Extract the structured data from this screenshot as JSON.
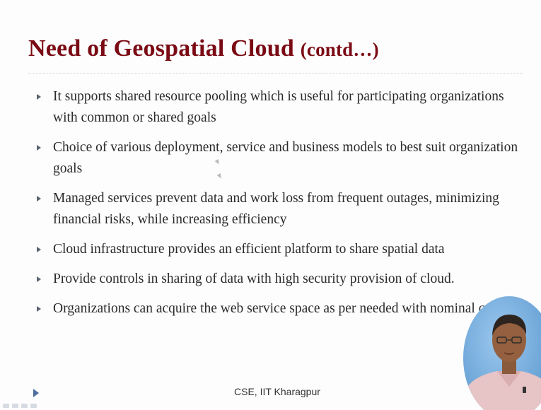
{
  "slide": {
    "title": "Need of Geospatial Cloud",
    "title_suffix": "(contd…)",
    "bullets": [
      "It supports shared resource pooling which is useful for participating organizations with common or shared goals",
      "Choice of various deployment, service and business models to best suit organization goals",
      "Managed services prevent data and work loss from frequent outages, minimizing financial risks, while increasing efficiency",
      "Cloud infrastructure provides an efficient platform to share spatial data",
      "Provide controls in sharing of data with high security provision of cloud.",
      " Organizations can acquire the web service space as per needed with nominal cost."
    ],
    "footer": "CSE, IIT Kharagpur"
  },
  "colors": {
    "title": "#7a0a14",
    "body_text": "#2a2a2a",
    "bullet_marker": "#5a6270",
    "nav_arrow": "#4d6fa0",
    "presenter_backdrop": "#6fa7d9"
  },
  "icons": {
    "bullet": "triangle-right-icon",
    "navigation": "play-arrow-icon",
    "pointer": "mouse-cursor-icon"
  }
}
